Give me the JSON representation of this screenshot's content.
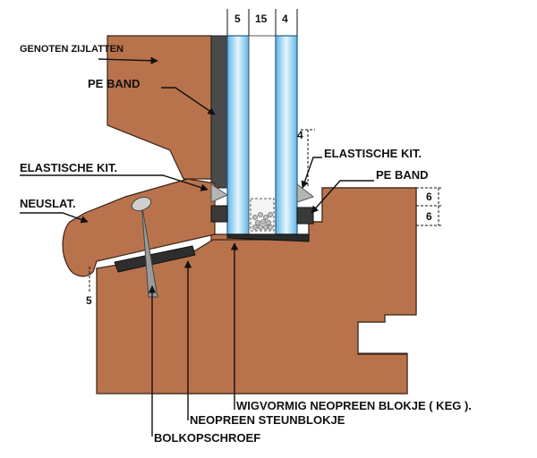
{
  "labels": {
    "genoten_zijlatten": "GENOTEN ZIJLATTEN",
    "pe_band_left": "PE BAND",
    "elastische_kit_left": "ELASTISCHE KIT.",
    "neuslat": "NEUSLAT.",
    "elastische_kit_right": "ELASTISCHE KIT.",
    "pe_band_right": "PE BAND",
    "wigvormig": "WIGVORMIG NEOPREEN BLOKJE ( KEG ).",
    "neopreen_steunblokje": "NEOPREEN STEUNBLOKJE",
    "bolkopschroef": "BOLKOPSCHROEF"
  },
  "dimensions": {
    "top_left": "5",
    "top_middle": "15",
    "top_right": "4",
    "right_vertical": "4",
    "right_upper": "6",
    "right_lower": "6",
    "left_bottom": "5"
  },
  "colors": {
    "wood": "#b9734c",
    "wood_stroke": "#3a2418",
    "glass": "#7ec8f0",
    "glass_light": "#d8f0fc",
    "seal_dark": "#333333",
    "kit_gray": "#9a9a9a"
  }
}
